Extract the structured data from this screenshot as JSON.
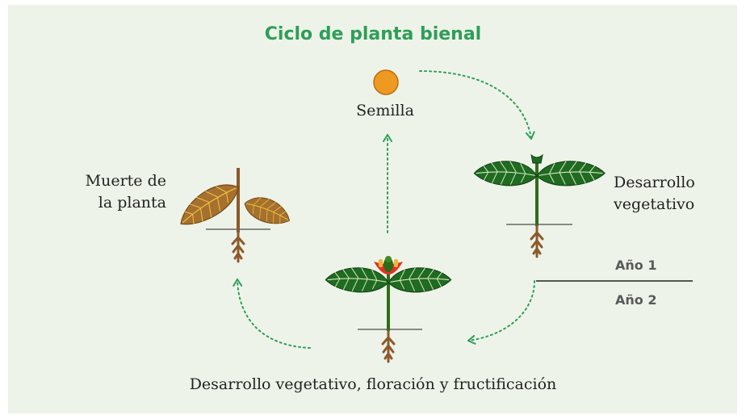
{
  "title": "Ciclo de planta bienal",
  "stages": {
    "seed": "Semilla",
    "vegetative_1": "Desarrollo vegetativo",
    "vegetative_2_flowering": "Desarrollo vegetativo, floración y fructificación",
    "death": "Muerte de la planta"
  },
  "years": {
    "year1": "Año 1",
    "year2": "Año 2"
  },
  "colors": {
    "background": "#eef3e9",
    "accent_green": "#2e9e58",
    "leaf_green": "#1f6b21",
    "dead_leaf": "#a6702e",
    "seed": "#ee9a22",
    "flower_red": "#e33124",
    "root_brown": "#8c5a2b"
  },
  "icons": [
    "seed-icon",
    "sprout-plant-icon",
    "flowering-plant-icon",
    "dead-plant-icon",
    "cycle-arrow-icon"
  ]
}
